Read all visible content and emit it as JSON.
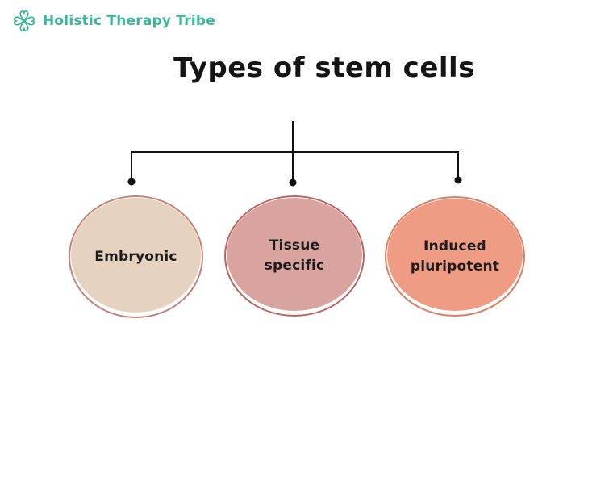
{
  "brand": {
    "name": "Holistic Therapy Tribe",
    "color": "#3bb79b",
    "icon": "celtic-knot-icon"
  },
  "diagram": {
    "title": "Types of stem cells",
    "connector_color": "#111111",
    "nodes": [
      {
        "label": "Embryonic",
        "fill": "#e6d3bf",
        "border": "#c5837d"
      },
      {
        "label": "Tissue specific",
        "fill": "#d9a3a0",
        "border": "#bc6460"
      },
      {
        "label": "Induced pluripotent",
        "fill": "#ef9c85",
        "border": "#db7f63"
      }
    ]
  }
}
